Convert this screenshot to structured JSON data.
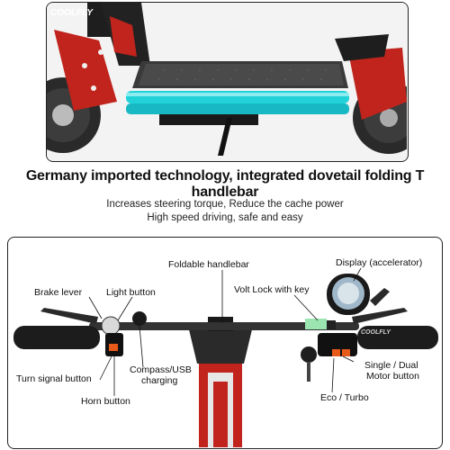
{
  "headline": "Germany imported technology, integrated dovetail folding T handlebar",
  "subtitle_line1": "Increases steering torque, Reduce the cache power",
  "subtitle_line2": "High speed driving, safe and easy",
  "photo": {
    "brand_mark": "COOLFLY"
  },
  "diagram": {
    "brand_mark": "COOLFLY",
    "labels": {
      "foldable_handlebar": "Foldable handlebar",
      "display": "Display (accelerator)",
      "brake_lever": "Brake lever",
      "light_button": "Light button",
      "volt_lock": "Volt Lock with key",
      "turn_signal": "Turn signal button",
      "compass_usb_line1": "Compass/USB",
      "compass_usb_line2": "charging",
      "horn": "Horn button",
      "single_dual_line1": "Single / Dual",
      "single_dual_line2": "Motor button",
      "eco_turbo": "Eco / Turbo"
    }
  },
  "colors": {
    "accent_red": "#c0241c",
    "deck_light": "#21d3d9",
    "frame_border": "#222222"
  }
}
